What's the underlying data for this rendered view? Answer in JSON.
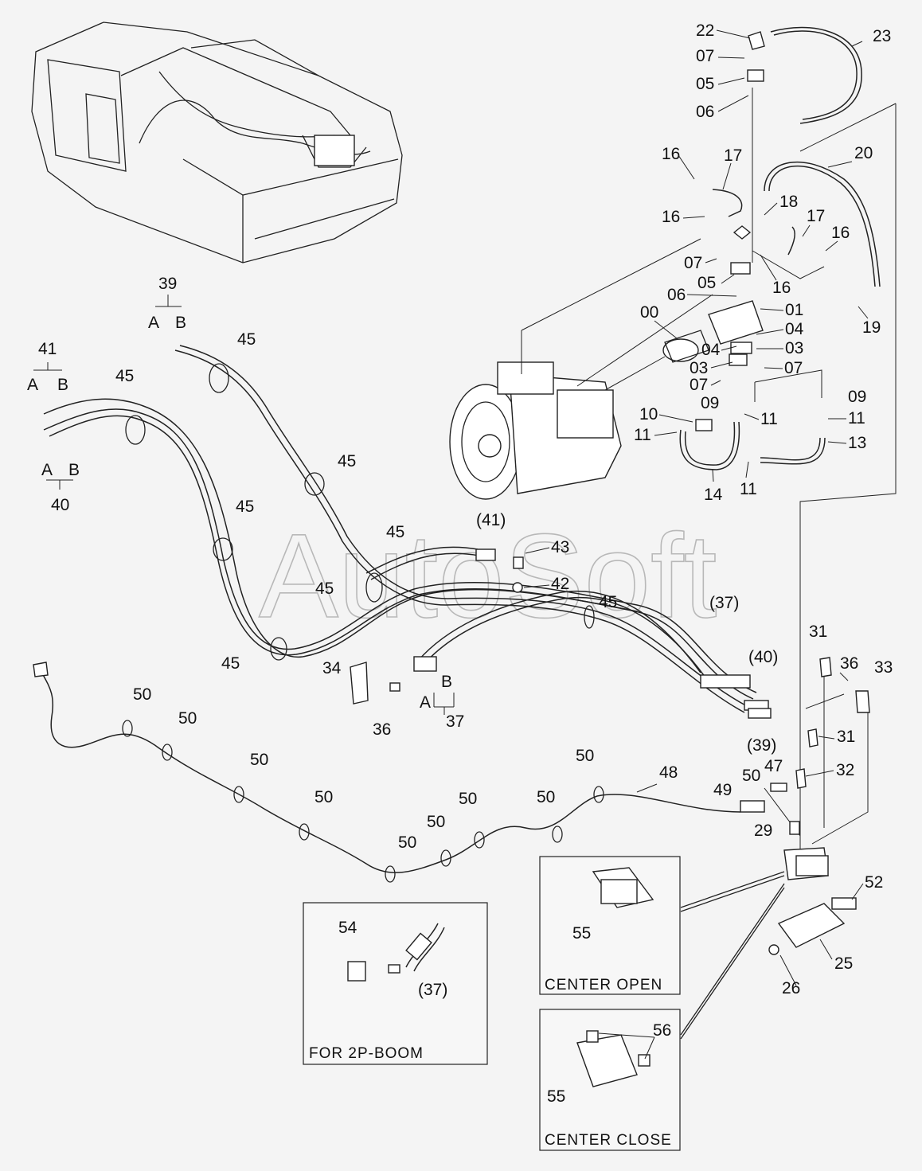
{
  "watermark": "AutoSoft",
  "insets": {
    "boom": {
      "title": "FOR 2P-BOOM",
      "labels": [
        "54",
        "(37)"
      ]
    },
    "center_open": {
      "title": "CENTER OPEN",
      "labels": [
        "55"
      ]
    },
    "center_close": {
      "title": "CENTER CLOSE",
      "labels": [
        "56",
        "55"
      ]
    }
  },
  "callouts": {
    "c22": "22",
    "c23": "23",
    "c07a": "07",
    "c05a": "05",
    "c06a": "06",
    "c16a": "16",
    "c17a": "17",
    "c20": "20",
    "c16b": "16",
    "c18": "18",
    "c17b": "17",
    "c16c": "16",
    "c07b": "07",
    "c05b": "05",
    "c16d": "16",
    "c19": "19",
    "c06b": "06",
    "c00": "00",
    "c01": "01",
    "c04a": "04",
    "c04b": "04",
    "c03a": "03",
    "c03b": "03",
    "c07c": "07",
    "c07d": "07",
    "c09a": "09",
    "c09b": "09",
    "c10": "10",
    "c11a": "11",
    "c11b": "11",
    "c11c": "11",
    "c13": "13",
    "c11d": "11",
    "c14": "14",
    "c39": "39",
    "c39A": "A",
    "c39B": "B",
    "c41": "41",
    "c41A": "A",
    "c41B": "B",
    "c40A": "A",
    "c40B": "B",
    "c40": "40",
    "c45a": "45",
    "c45b": "45",
    "c45c": "45",
    "c45d": "45",
    "c45e": "45",
    "c45f": "45",
    "c45g": "45",
    "c45h": "45",
    "c41p": "(41)",
    "c43": "43",
    "c42": "42",
    "c37p": "(37)",
    "c40p": "(40)",
    "c39p": "(39)",
    "c34": "34",
    "c36a": "36",
    "c37B": "B",
    "c37A": "A",
    "c37": "37",
    "c31a": "31",
    "c36b": "36",
    "c33": "33",
    "c31b": "31",
    "c32": "32",
    "c47": "47",
    "c50r": "50",
    "c49": "49",
    "c48": "48",
    "c29": "29",
    "c52": "52",
    "c25": "25",
    "c26": "26",
    "c50a": "50",
    "c50b": "50",
    "c50c": "50",
    "c50d": "50",
    "c50e": "50",
    "c50f": "50",
    "c50g": "50",
    "c50h": "50",
    "c50i": "50"
  }
}
